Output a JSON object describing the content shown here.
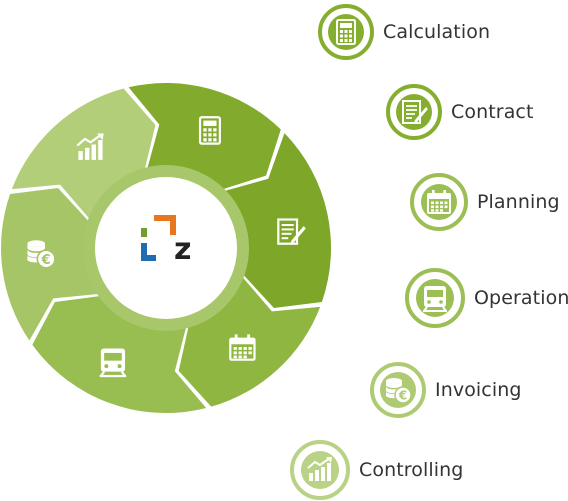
{
  "center_logo": {
    "letter": "z",
    "colors": {
      "orange": "#E8761E",
      "blue": "#1F6DB0",
      "green": "#6F9E2E",
      "dark": "#222222"
    }
  },
  "cycle_steps": [
    {
      "name": "Calculation",
      "icon": "calculator-icon",
      "color": "#82AA2D"
    },
    {
      "name": "Contract",
      "icon": "contract-icon",
      "color": "#7EA72A"
    },
    {
      "name": "Planning",
      "icon": "calendar-icon",
      "color": "#8FB640"
    },
    {
      "name": "Operation",
      "icon": "train-icon",
      "color": "#98BD50"
    },
    {
      "name": "Invoicing",
      "icon": "euro-coins-icon",
      "color": "#A6C566"
    },
    {
      "name": "Controlling",
      "icon": "chart-icon",
      "color": "#B3CE78"
    }
  ],
  "legend": [
    {
      "label": "Calculation",
      "icon": "calculator-icon",
      "color": "#86AE2E"
    },
    {
      "label": "Contract",
      "icon": "contract-icon",
      "color": "#86AE2E"
    },
    {
      "label": "Planning",
      "icon": "calendar-icon",
      "color": "#9BBE55"
    },
    {
      "label": "Operation",
      "icon": "train-icon",
      "color": "#9BBE55"
    },
    {
      "label": "Invoicing",
      "icon": "euro-coins-icon",
      "color": "#AECB73"
    },
    {
      "label": "Controlling",
      "icon": "chart-icon",
      "color": "#B9D285"
    }
  ],
  "ring_color": "#A8C76A"
}
